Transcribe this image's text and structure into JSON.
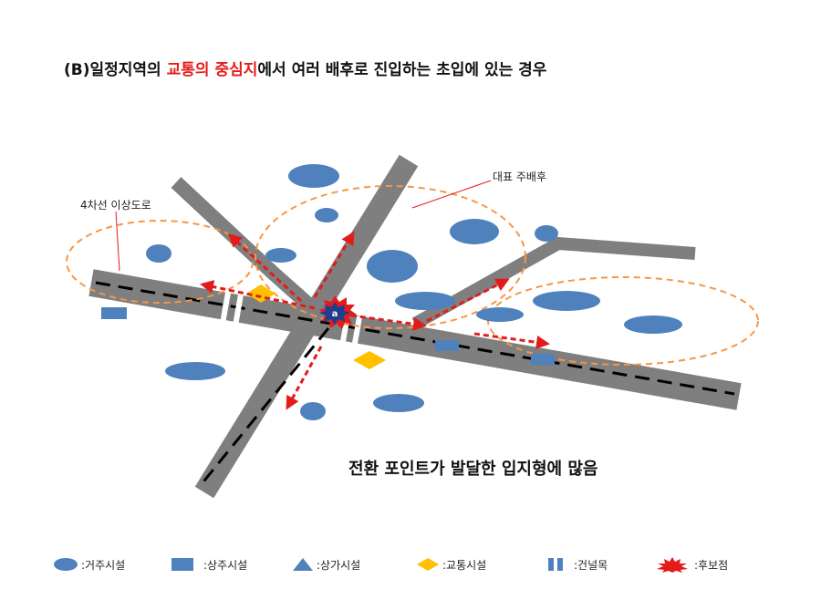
{
  "title": {
    "prefix": "(B)일정지역의 ",
    "highlight": "교통의 중심지",
    "suffix": "에서 여러 배후로 진입하는 초입에 있는 경우"
  },
  "labels": {
    "road": "4차선 이상도로",
    "hinterland": "대표 주배후",
    "candidate_marker": "a"
  },
  "caption": "전환 포인트가 발달한 입지형에 많음",
  "legend": [
    {
      "icon": "ellipse",
      "label": ":거주시설"
    },
    {
      "icon": "rect",
      "label": ":상주시설"
    },
    {
      "icon": "triangle",
      "label": ":상가시설"
    },
    {
      "icon": "diamond",
      "label": ":교통시설"
    },
    {
      "icon": "crosswalk",
      "label": ":건널목"
    },
    {
      "icon": "starburst",
      "label": ":후보점"
    }
  ],
  "colors": {
    "road": "#7f7f7f",
    "facility_blue": "#4f81bd",
    "transport_yellow": "#ffc000",
    "arrow_red": "#e41b1b",
    "zone_orange": "#f79646",
    "title_highlight": "#e41b1b"
  }
}
